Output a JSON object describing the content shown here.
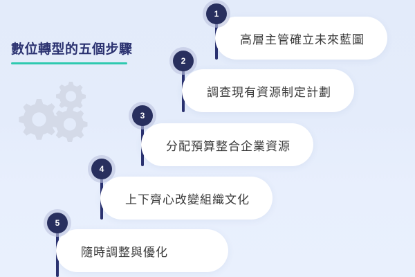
{
  "heading": {
    "title": "數位轉型的五個步驟",
    "accent_color": "#2ec9b0",
    "title_color": "#2b3270"
  },
  "theme": {
    "background_top": "#e3ebfa",
    "background_bottom": "#e9f0fd",
    "badge_color": "#282f5e",
    "badge_halo_color": "#bdc4de",
    "card_color": "#ffffff",
    "card_text_color": "#3a3a3a",
    "gear_color": "#d4dae8"
  },
  "decor": {
    "gears_icon": "gears-icon",
    "gear_count": 3
  },
  "steps": [
    {
      "number": "1",
      "label": "高層主管確立未來藍圖"
    },
    {
      "number": "2",
      "label": "調查現有資源制定計劃"
    },
    {
      "number": "3",
      "label": "分配預算整合企業資源"
    },
    {
      "number": "4",
      "label": "上下齊心改變組織文化"
    },
    {
      "number": "5",
      "label": "隨時調整與優化"
    }
  ]
}
